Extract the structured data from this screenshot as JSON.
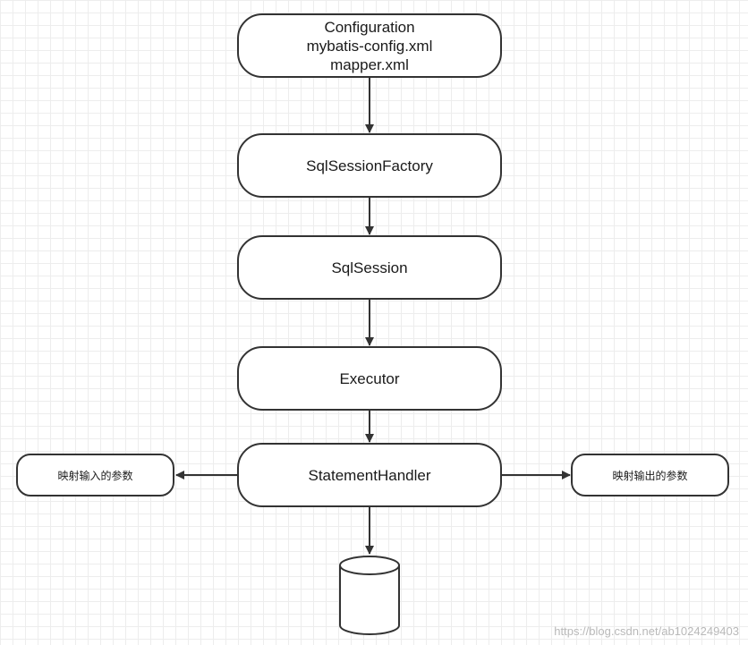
{
  "diagram": {
    "nodes": {
      "configuration": {
        "lines": [
          "Configuration",
          "mybatis-config.xml",
          "mapper.xml"
        ]
      },
      "sqlsessionfactory": {
        "label": "SqlSessionFactory"
      },
      "sqlsession": {
        "label": "SqlSession"
      },
      "executor": {
        "label": "Executor"
      },
      "statementhandler": {
        "label": "StatementHandler"
      },
      "input_params": {
        "label": "映射输入的参数"
      },
      "output_params": {
        "label": "映射输出的参数"
      },
      "database": {
        "shape": "cylinder",
        "label": ""
      }
    },
    "edges": [
      {
        "from": "configuration",
        "to": "sqlsessionfactory"
      },
      {
        "from": "sqlsessionfactory",
        "to": "sqlsession"
      },
      {
        "from": "sqlsession",
        "to": "executor"
      },
      {
        "from": "executor",
        "to": "statementhandler"
      },
      {
        "from": "statementhandler",
        "to": "input_params"
      },
      {
        "from": "statementhandler",
        "to": "output_params"
      },
      {
        "from": "statementhandler",
        "to": "database"
      }
    ]
  },
  "watermark": "https://blog.csdn.net/ab1024249403",
  "colors": {
    "stroke": "#333333",
    "background": "#ffffff",
    "grid": "#ededed"
  }
}
